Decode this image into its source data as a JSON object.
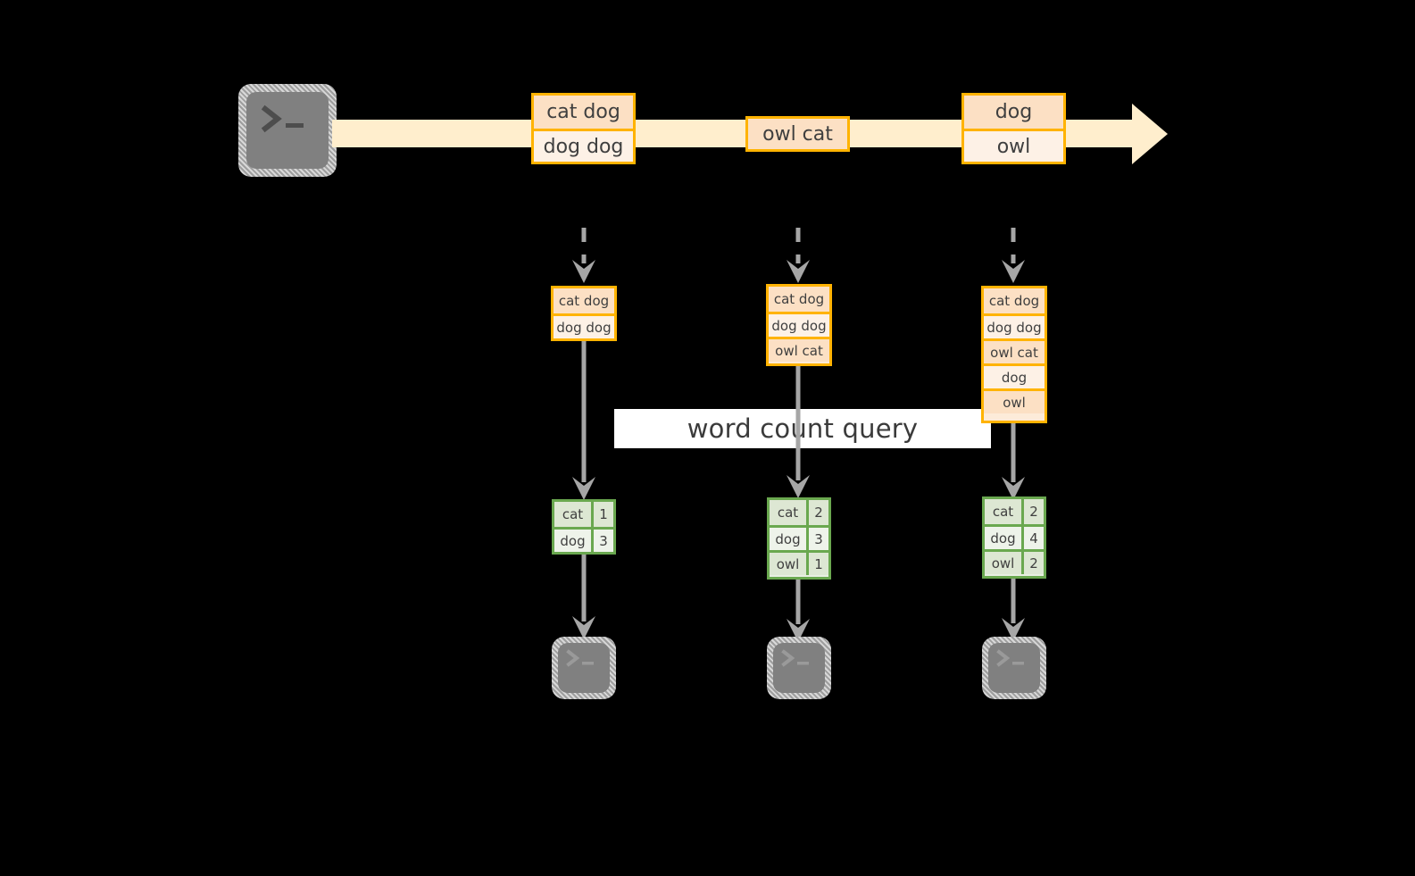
{
  "diagram": {
    "title": "word count query",
    "colors": {
      "stream_fill": "#ffeecd",
      "msg_border": "#ffb300",
      "msg_fill_dark": "#fce0c4",
      "msg_fill_light": "#fdf1e6",
      "table_border": "#6aa84f",
      "table_fill_dark": "#dde7d3",
      "table_fill_light": "#eef3ea",
      "arrow": "#a6a6a6",
      "terminal": "#808080",
      "background": "#000000"
    },
    "source": {
      "icon": "terminal-icon",
      "prompt": ">_"
    },
    "stream": {
      "label": "event-stream-arrow",
      "groups": [
        {
          "id": "group-1",
          "messages": [
            "cat dog",
            "dog dog"
          ]
        },
        {
          "id": "group-2",
          "messages": [
            "owl cat"
          ]
        },
        {
          "id": "group-3",
          "messages": [
            "dog",
            "owl"
          ]
        }
      ]
    },
    "columns": [
      {
        "id": "column-1",
        "accumulated": [
          "cat dog",
          "dog dog"
        ],
        "results": [
          {
            "word": "cat",
            "count": "1"
          },
          {
            "word": "dog",
            "count": "3"
          }
        ],
        "sink": {
          "icon": "terminal-icon",
          "prompt": ">_"
        }
      },
      {
        "id": "column-2",
        "accumulated": [
          "cat dog",
          "dog dog",
          "owl cat"
        ],
        "results": [
          {
            "word": "cat",
            "count": "2"
          },
          {
            "word": "dog",
            "count": "3"
          },
          {
            "word": "owl",
            "count": "1"
          }
        ],
        "sink": {
          "icon": "terminal-icon",
          "prompt": ">_"
        }
      },
      {
        "id": "column-3",
        "accumulated": [
          "cat dog",
          "dog dog",
          "owl cat",
          "dog",
          "owl"
        ],
        "results": [
          {
            "word": "cat",
            "count": "2"
          },
          {
            "word": "dog",
            "count": "4"
          },
          {
            "word": "owl",
            "count": "2"
          }
        ],
        "sink": {
          "icon": "terminal-icon",
          "prompt": ">_"
        }
      }
    ]
  }
}
